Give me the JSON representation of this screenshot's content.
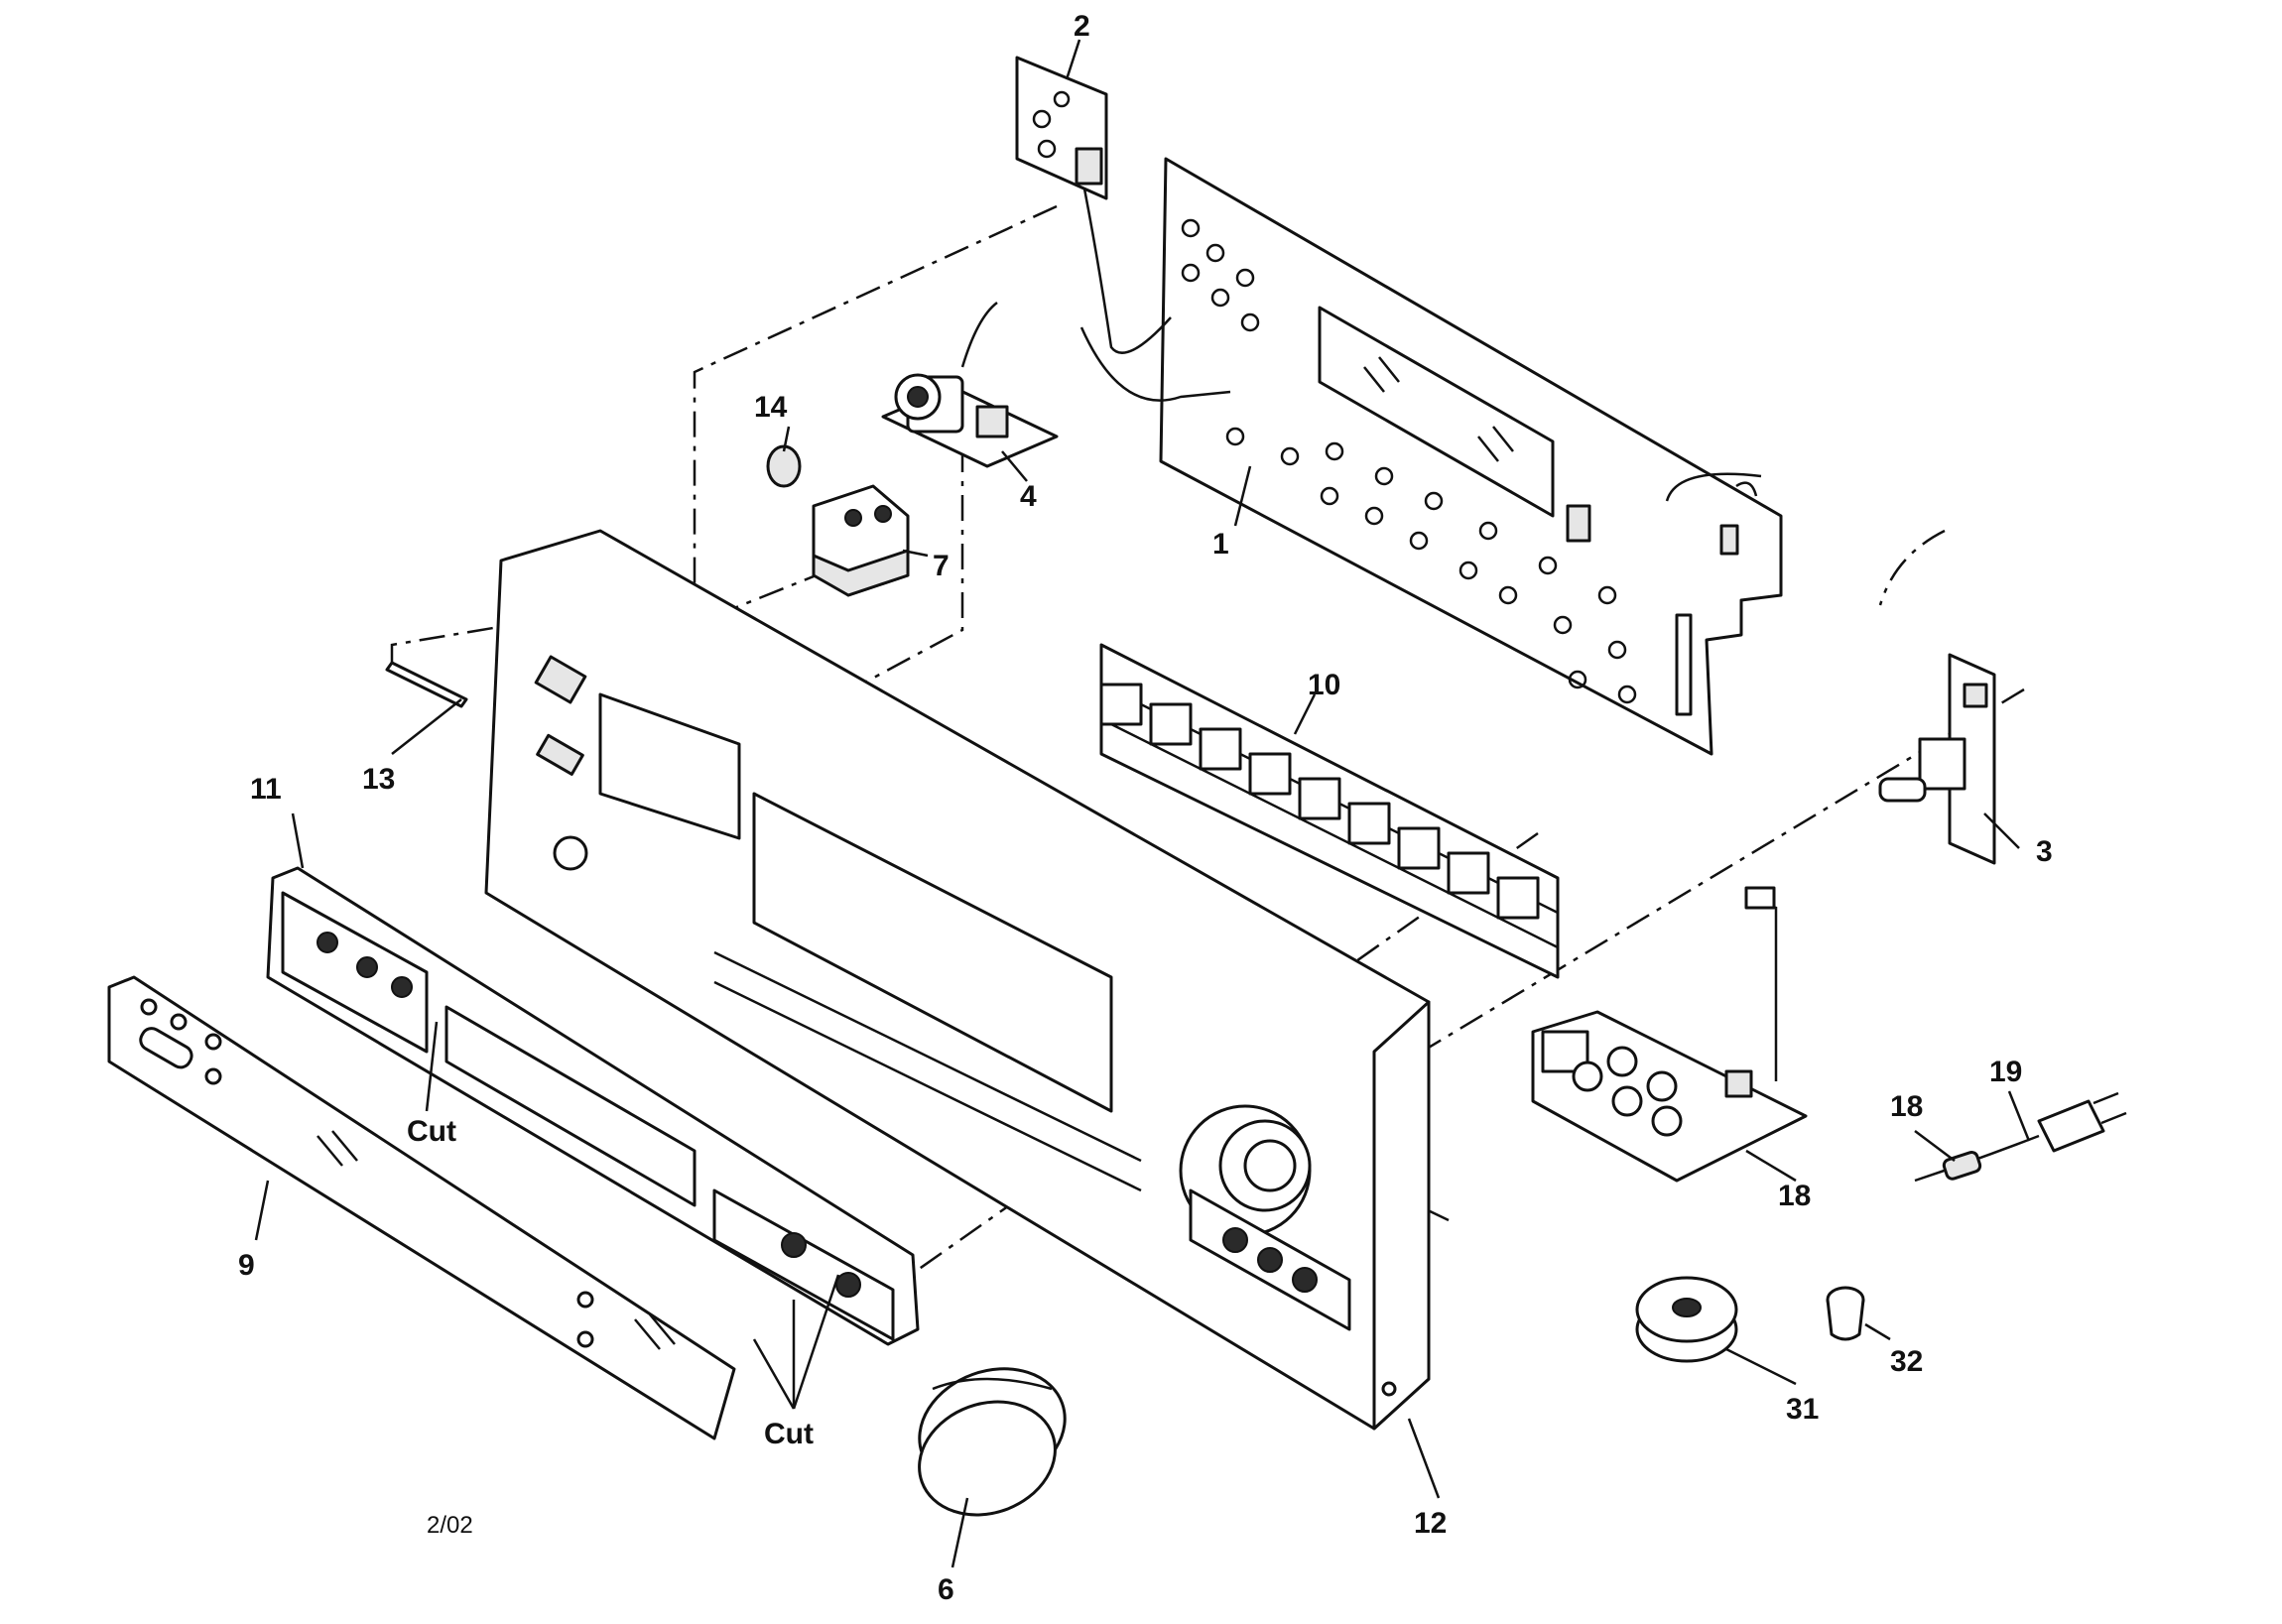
{
  "callouts": {
    "n1": "1",
    "n2": "2",
    "n3": "3",
    "n4": "4",
    "n6": "6",
    "n7": "7",
    "n9": "9",
    "n10": "10",
    "n11": "11",
    "n12": "12",
    "n13": "13",
    "n14": "14",
    "n18a": "18",
    "n18b": "18",
    "n19": "19",
    "n31": "31",
    "n32": "32"
  },
  "cut_labels": {
    "cut_a": "Cut",
    "cut_b": "Cut"
  },
  "footer": {
    "revision": "2/02"
  }
}
